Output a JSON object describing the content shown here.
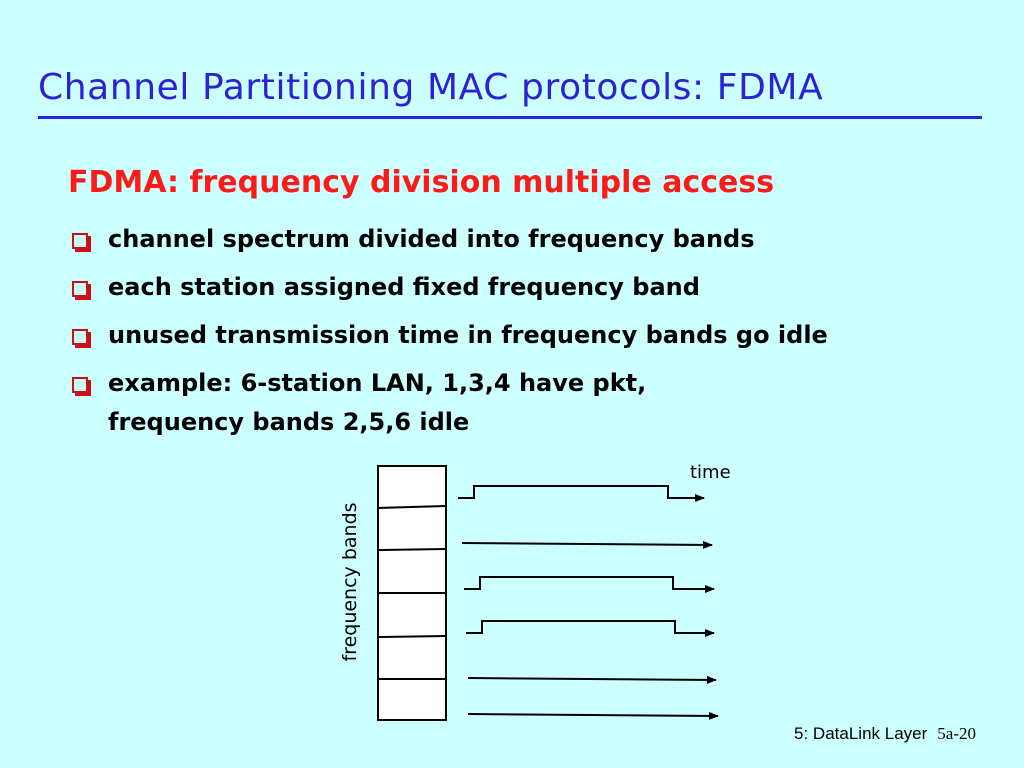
{
  "slide": {
    "title": "Channel Partitioning MAC protocols: FDMA",
    "subtitle": "FDMA: frequency division multiple access",
    "bullets": [
      {
        "line1": "channel spectrum divided into frequency bands",
        "line2": ""
      },
      {
        "line1": "each station assigned fixed frequency band",
        "line2": ""
      },
      {
        "line1": "unused transmission time in frequency bands go idle",
        "line2": ""
      },
      {
        "line1": "example: 6-station LAN, 1,3,4 have pkt,",
        "line2": "frequency bands 2,5,6 idle"
      }
    ]
  },
  "diagram": {
    "time_label": "time",
    "axis_label": "frequency bands",
    "band_count": 6,
    "active_bands": [
      1,
      3,
      4
    ],
    "idle_bands": [
      2,
      5,
      6
    ]
  },
  "footer": {
    "chapter": "5: DataLink Layer",
    "page": "5a-20"
  },
  "colors": {
    "background": "#ccffff",
    "title": "#2b22d6",
    "subtitle": "#ff1a1a",
    "bullet": "#d01010"
  }
}
